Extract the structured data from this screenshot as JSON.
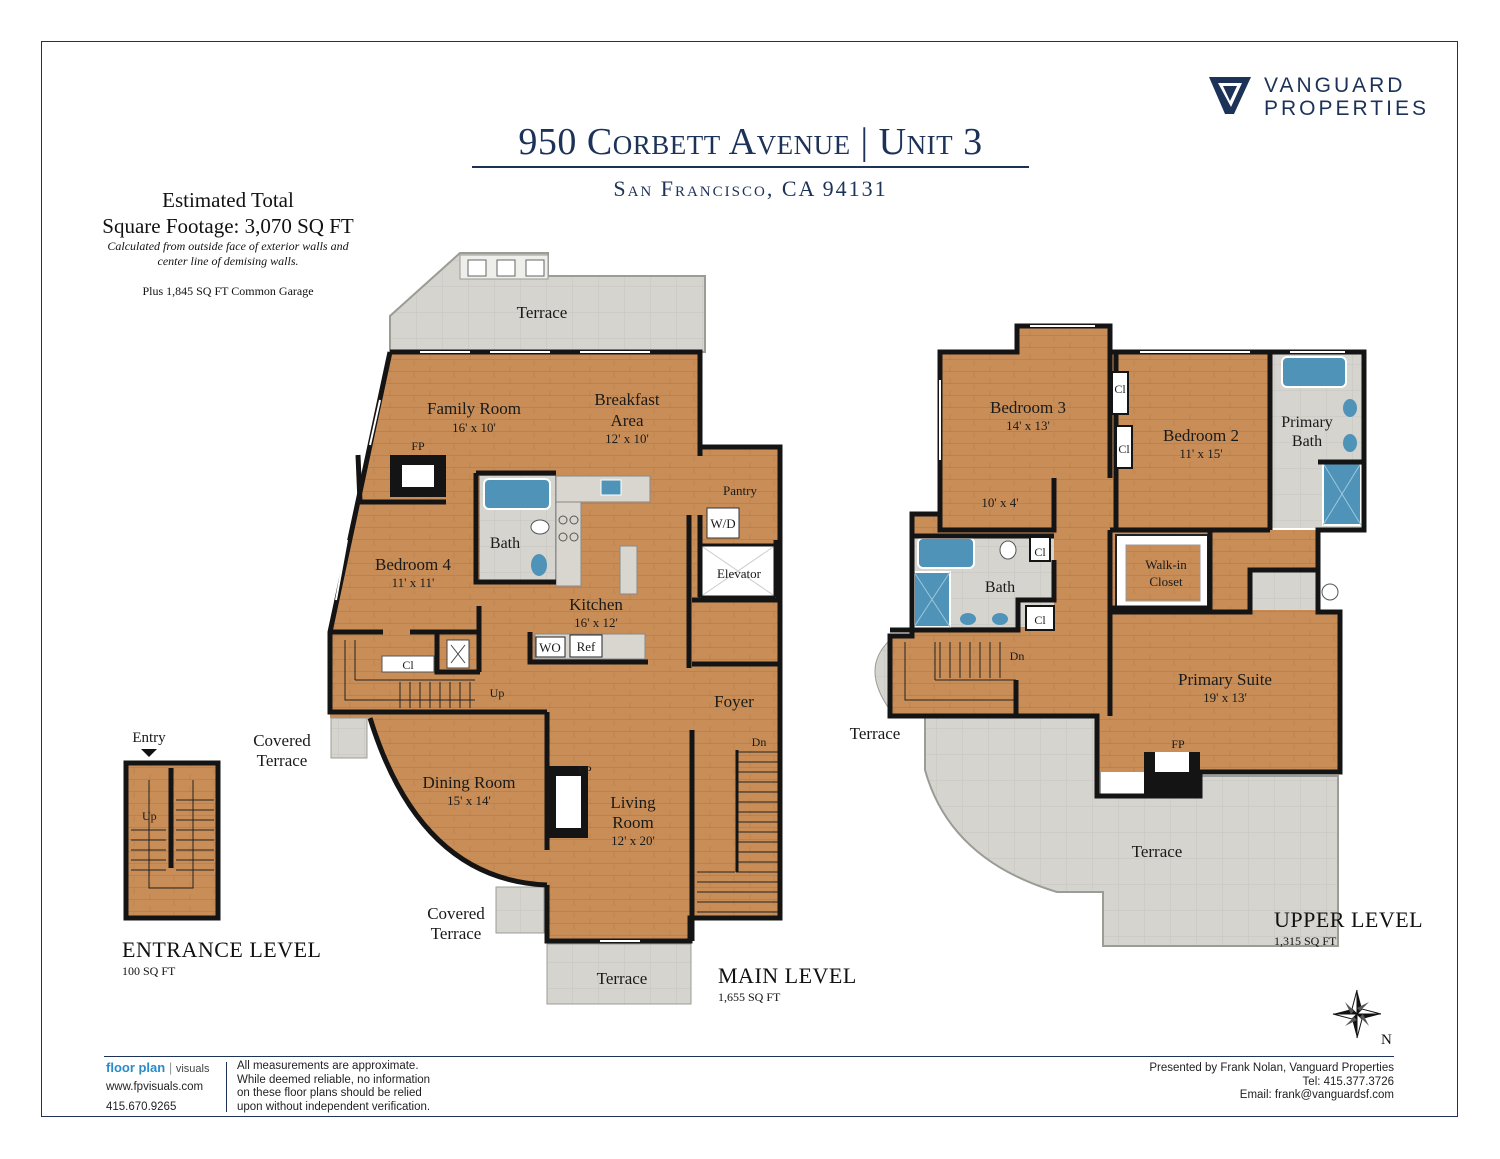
{
  "brand": {
    "line1": "VANGUARD",
    "line2": "PROPERTIES",
    "color": "#1c3258"
  },
  "title": "950 Corbett Avenue | Unit 3",
  "subtitle": "San Francisco, CA 94131",
  "sqft": {
    "line1": "Estimated Total",
    "line2": "Square Footage: 3,070 SQ FT",
    "note1": "Calculated from outside face of exterior walls and",
    "note2": "center line of demising walls.",
    "garage": "Plus 1,845 SQ FT Common Garage"
  },
  "levels": {
    "entrance": {
      "name": "ENTRANCE LEVEL",
      "size": "100 SQ FT"
    },
    "main": {
      "name": "MAIN LEVEL",
      "size": "1,655 SQ FT"
    },
    "upper": {
      "name": "UPPER LEVEL",
      "size": "1,315 SQ FT"
    }
  },
  "rooms": {
    "terrace": "Terrace",
    "family_room": "Family Room",
    "family_room_dim": "16' x 10'",
    "breakfast_1": "Breakfast",
    "breakfast_2": "Area",
    "breakfast_dim": "12' x 10'",
    "pantry": "Pantry",
    "wd": "W/D",
    "fp": "FP",
    "bath": "Bath",
    "bedroom4": "Bedroom 4",
    "bedroom4_dim": "11' x 11'",
    "elevator": "Elevator",
    "kitchen": "Kitchen",
    "kitchen_dim": "16' x 12'",
    "wo": "WO",
    "ref": "Ref",
    "cl": "Cl",
    "up": "Up",
    "dn": "Dn",
    "foyer": "Foyer",
    "covered_1": "Covered",
    "covered_2": "Terrace",
    "dining": "Dining Room",
    "dining_dim": "15' x 14'",
    "living_1": "Living",
    "living_2": "Room",
    "living_dim": "12' x 20'",
    "entry": "Entry",
    "bedroom3": "Bedroom 3",
    "bedroom3_dim": "14' x 13'",
    "bedroom3_alcove": "10' x 4'",
    "bedroom2": "Bedroom 2",
    "bedroom2_dim": "11' x 15'",
    "primary_bath_1": "Primary",
    "primary_bath_2": "Bath",
    "walkin_1": "Walk-in",
    "walkin_2": "Closet",
    "primary_suite": "Primary Suite",
    "primary_suite_dim": "19' x 13'",
    "north": "N"
  },
  "footer": {
    "fp_brand_bold": "floor plan",
    "fp_brand_light": "visuals",
    "fp_url": "www.fpvisuals.com",
    "fp_phone": "415.670.9265",
    "disclaimer1": "All measurements are approximate.",
    "disclaimer2": "While deemed reliable, no information",
    "disclaimer3": "on these floor plans should be relied",
    "disclaimer4": "upon without independent verification.",
    "presented": "Presented by Frank Nolan, Vanguard Properties",
    "tel": "Tel: 415.377.3726",
    "email": "Email: frank@vanguardsf.com"
  },
  "colors": {
    "wood": "#c98e57",
    "tile": "#d5d4cf",
    "wall": "#141414",
    "fixture": "#4f93b8",
    "navy": "#1c3258"
  }
}
